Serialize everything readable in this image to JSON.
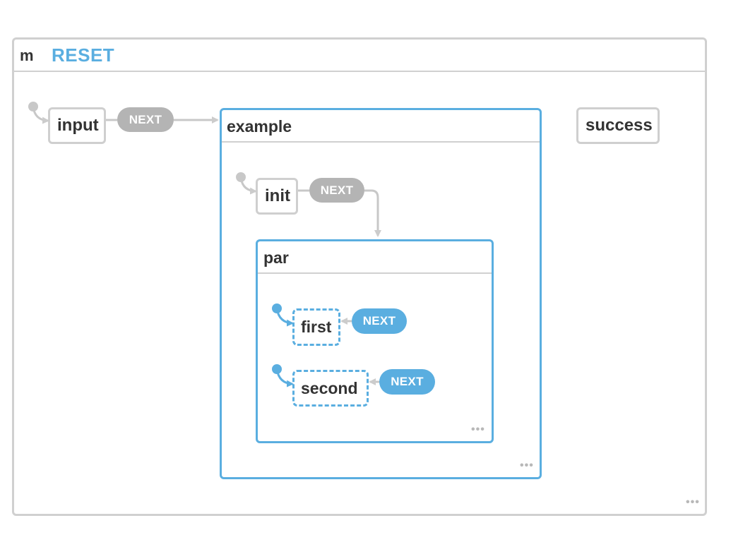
{
  "machine": {
    "id": "m",
    "reset_label": "RESET",
    "more": "•••"
  },
  "states": {
    "input": "input",
    "success": "success",
    "example": {
      "title": "example",
      "more": "•••"
    },
    "init": "init",
    "par": {
      "title": "par",
      "more": "•••"
    },
    "first": "first",
    "second": "second"
  },
  "events": {
    "input_next": "NEXT",
    "init_next": "NEXT",
    "first_next": "NEXT",
    "second_next": "NEXT"
  },
  "colors": {
    "active": "#5aaee0",
    "inactive": "#b4b4b4",
    "border": "#cfcfcf"
  }
}
